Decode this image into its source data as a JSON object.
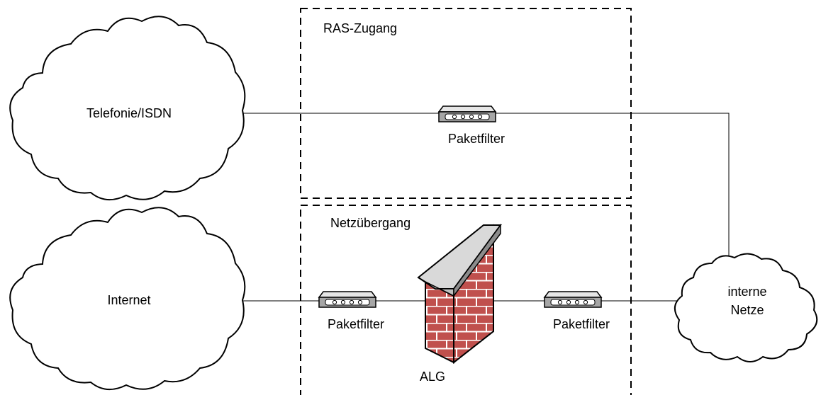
{
  "zones": {
    "ras": {
      "label": "RAS-Zugang"
    },
    "gateway": {
      "label": "Netzübergang"
    }
  },
  "clouds": {
    "telephony": {
      "label": "Telefonie/ISDN"
    },
    "internet": {
      "label": "Internet"
    },
    "internal": {
      "line1": "interne",
      "line2": "Netze"
    }
  },
  "devices": {
    "ras_filter": {
      "label": "Paketfilter"
    },
    "left_filter": {
      "label": "Paketfilter"
    },
    "right_filter": {
      "label": "Paketfilter"
    },
    "alg": {
      "label": "ALG"
    }
  },
  "colors": {
    "line": "#000000",
    "brick": "#c0504d",
    "mortar": "#ffffff",
    "wall_cap": "#d9d9d9",
    "router_body": "#a6a6a6"
  }
}
